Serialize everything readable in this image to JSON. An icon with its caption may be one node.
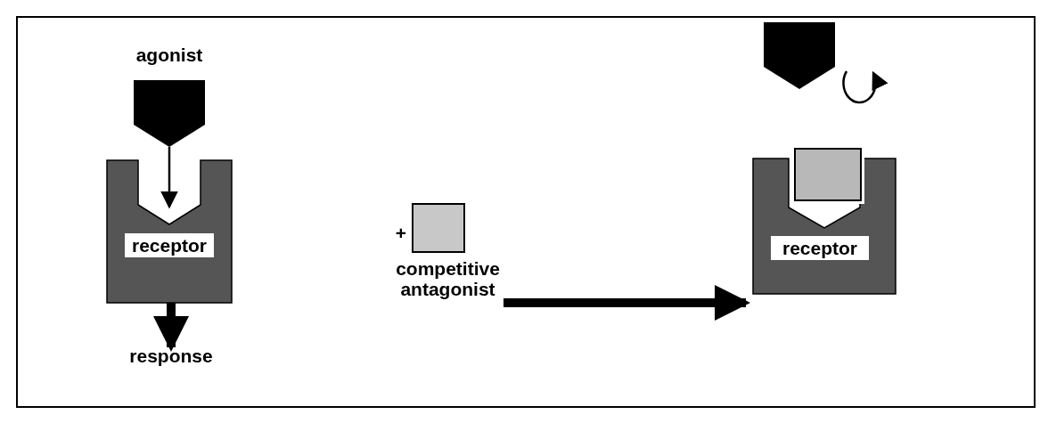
{
  "diagram": {
    "nodes": [
      {
        "text": [
          "agonist"
        ]
      },
      {
        "text": [
          "receptor"
        ]
      },
      {
        "text": [
          "response"
        ]
      },
      {
        "text": [
          "competitive antagonist"
        ],
        "beside": [
          "+"
        ]
      },
      {
        "text": [],
        "shape": "pentagon"
      },
      {
        "text": [
          "receptor"
        ]
      },
      {
        "text": [],
        "shape": "box",
        "in": 5
      }
    ],
    "edges": [
      {
        "from": 0,
        "to": 1,
        "arrow": "to"
      },
      {
        "from": 1,
        "to": 2,
        "arrow": "to"
      },
      {
        "from": 3,
        "to": 5,
        "arrow": "to"
      }
    ]
  }
}
